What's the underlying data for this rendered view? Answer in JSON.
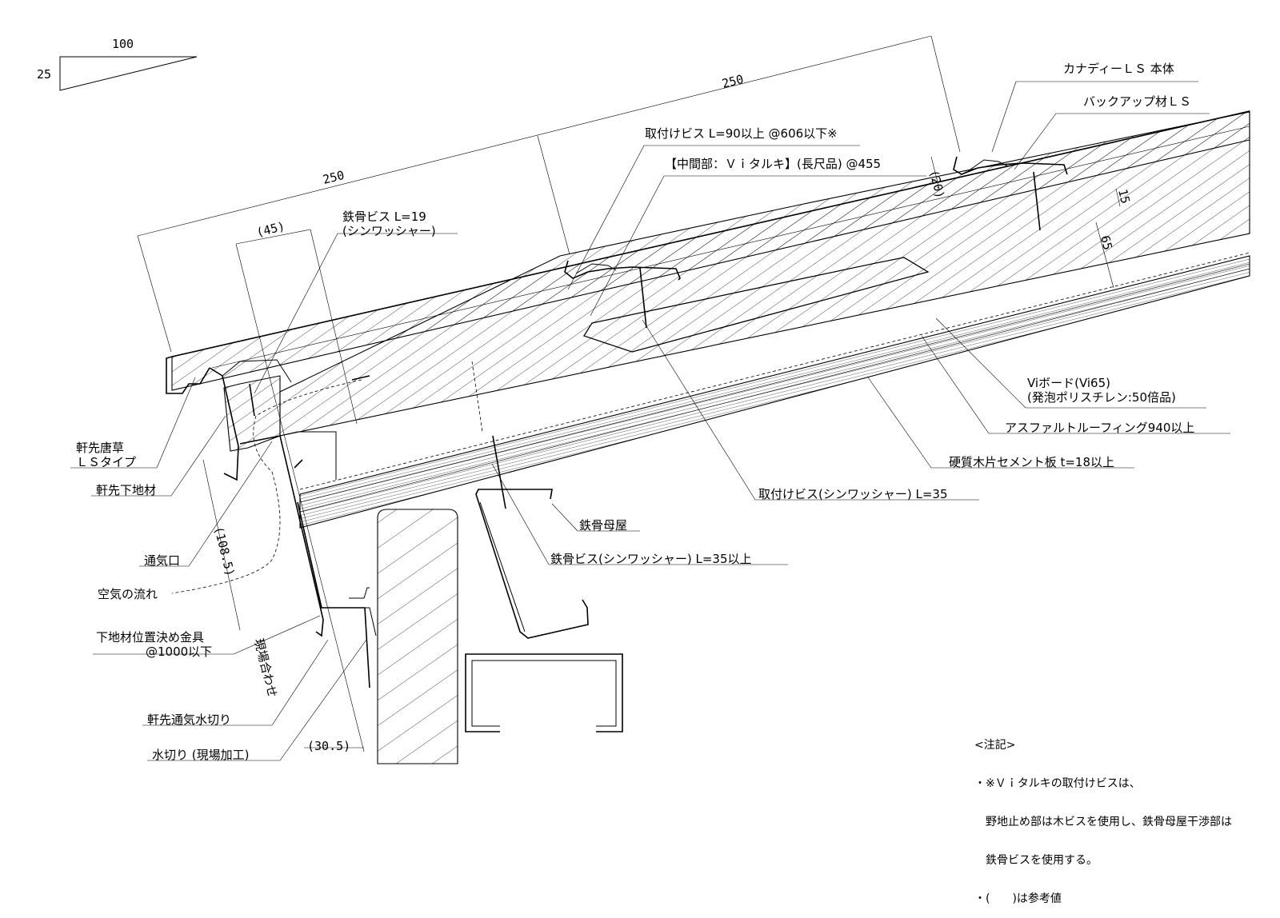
{
  "slope": {
    "run": "100",
    "rise": "25"
  },
  "dimensions": {
    "d250_left": "250",
    "d250_right": "250",
    "d45": "(45)",
    "d20": "(20)",
    "d15": "15",
    "d65": "65",
    "d108": "(108.5)",
    "d30": "(30.5)"
  },
  "labels": {
    "canady_body": "カナディーＬＳ 本体",
    "backup": "バックアップ材ＬＳ",
    "screw_top": "取付けビス L=90以上 @606以下※",
    "middle": "【中間部：Ｖｉタルキ】(長尺品) @455",
    "steel_screw_l19_a": "鉄骨ビス L=19",
    "steel_screw_l19_b": "(シンワッシャー)",
    "viboard_a": "Viボード(Vi65)",
    "viboard_b": "(発泡ポリスチレン:50倍品)",
    "asphalt": "アスファルトルーフィング940以上",
    "cement": "硬質木片セメント板 t=18以上",
    "screw35": "取付けビス(シンワッシャー) L=35",
    "purlin": "鉄骨母屋",
    "steel_screw35": "鉄骨ビス(シンワッシャー) L=35以上",
    "eave_a": "軒先唐草",
    "eave_b": "ＬＳタイプ",
    "eave_base": "軒先下地材",
    "vent": "通気口",
    "airflow": "空気の流れ",
    "bracket_a": "下地材位置決め金具",
    "bracket_b": "@1000以下",
    "site_fit": "現場合わせ",
    "eave_flash": "軒先通気水切り",
    "drip": "水切り (現場加工)"
  },
  "notes": {
    "title": "<注記>",
    "line1": "・※Ｖｉタルキの取付けビスは、",
    "line2": "野地止め部は木ビスを使用し、鉄骨母屋干渉部は",
    "line3": "鉄骨ビスを使用する。",
    "line4": "・(　　)は参考値"
  }
}
